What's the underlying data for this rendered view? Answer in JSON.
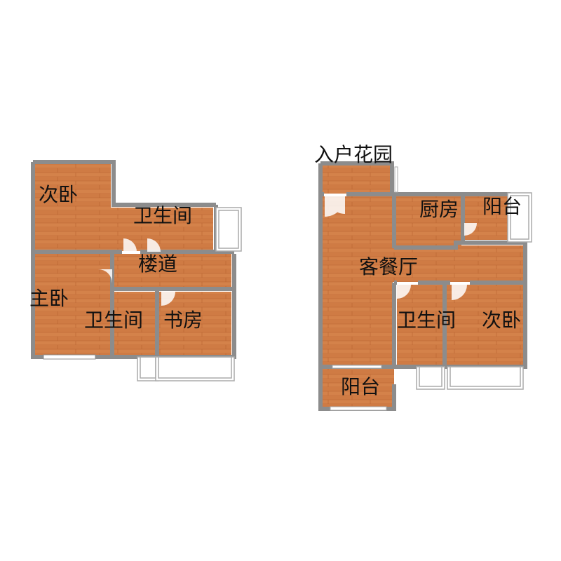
{
  "colors": {
    "wall": "#8c8c8c",
    "floor": "#d4824a",
    "floor_dark": "#c06c38",
    "floor_line": "#b8622f",
    "balcony": "#ffffff",
    "door_arc": "#ffffff"
  },
  "upper_floor": {
    "rooms": [
      {
        "id": "u-bedroom2",
        "label": "次卧"
      },
      {
        "id": "u-bath1",
        "label": "卫生间"
      },
      {
        "id": "u-stairs",
        "label": "楼道"
      },
      {
        "id": "u-master",
        "label": "主卧"
      },
      {
        "id": "u-bath2",
        "label": "卫生间"
      },
      {
        "id": "u-study",
        "label": "书房"
      }
    ]
  },
  "lower_floor": {
    "rooms": [
      {
        "id": "l-garden",
        "label": "入户花园"
      },
      {
        "id": "l-kitchen",
        "label": "厨房"
      },
      {
        "id": "l-balcony1",
        "label": "阳台"
      },
      {
        "id": "l-living",
        "label": "客餐厅"
      },
      {
        "id": "l-bath",
        "label": "卫生间"
      },
      {
        "id": "l-bedroom",
        "label": "次卧"
      },
      {
        "id": "l-balcony2",
        "label": "阳台"
      }
    ]
  }
}
